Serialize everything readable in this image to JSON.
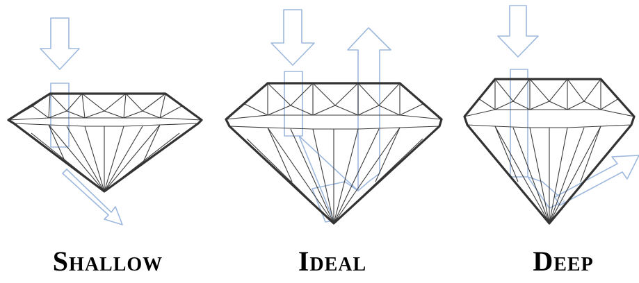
{
  "captions": {
    "shallow": "Shallow",
    "ideal": "Ideal",
    "deep": "Deep"
  },
  "colors": {
    "outline": "#333333",
    "facet": "#3a3a3a",
    "light_path": "#9db8de",
    "caption_text": "#000000",
    "background": "#ffffff"
  }
}
